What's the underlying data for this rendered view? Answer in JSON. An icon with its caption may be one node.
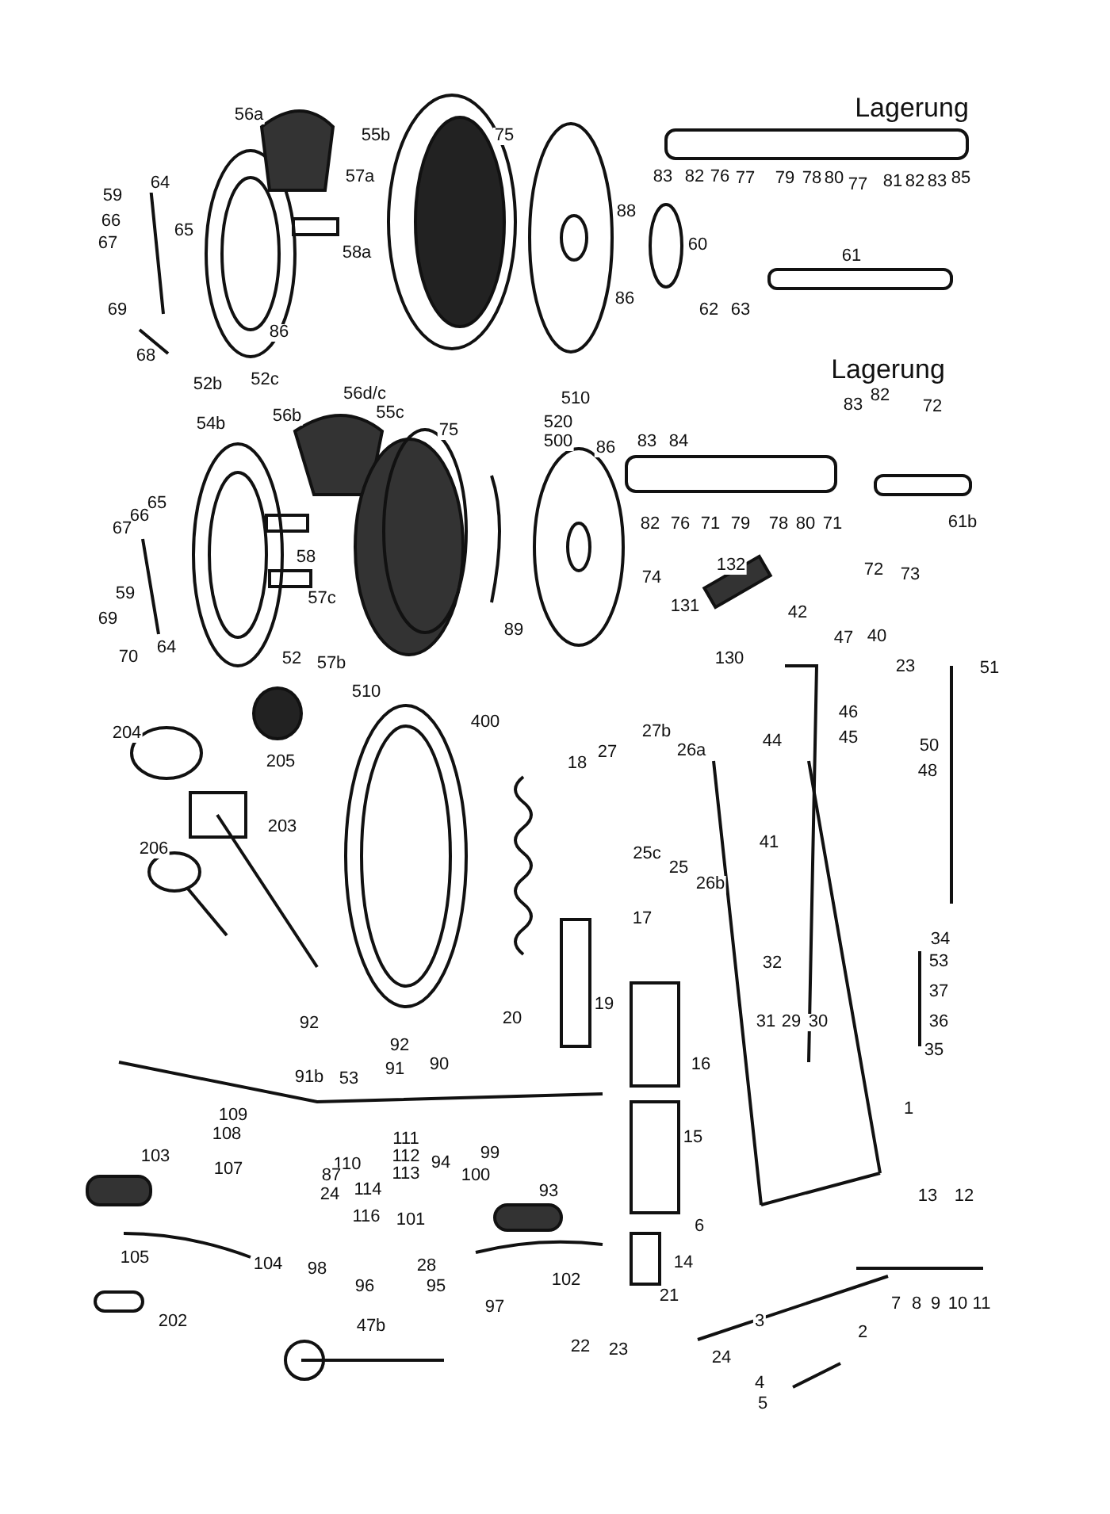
{
  "diagram": {
    "labels": [
      "Lagerung",
      "56a",
      "55b",
      "75",
      "83",
      "82",
      "76",
      "77",
      "79",
      "78",
      "80",
      "77",
      "81",
      "82",
      "83",
      "85",
      "57a",
      "64",
      "59",
      "88",
      "66",
      "65",
      "67",
      "60",
      "58a",
      "61",
      "86",
      "62",
      "63",
      "69",
      "86",
      "68",
      "Lagerung",
      "52b",
      "52c",
      "56d/c",
      "83",
      "82",
      "72",
      "510",
      "56b",
      "55c",
      "54b",
      "75",
      "520",
      "500",
      "83",
      "84",
      "86",
      "65",
      "66",
      "67",
      "82",
      "76",
      "71",
      "79",
      "78",
      "80",
      "71",
      "61b",
      "58",
      "132",
      "72",
      "73",
      "74",
      "59",
      "57c",
      "131",
      "42",
      "69",
      "89",
      "47",
      "40",
      "64",
      "70",
      "52",
      "130",
      "57b",
      "23",
      "51",
      "510",
      "46",
      "400",
      "27b",
      "204",
      "45",
      "44",
      "50",
      "26a",
      "27",
      "205",
      "18",
      "48",
      "203",
      "41",
      "206",
      "25c",
      "25",
      "26b",
      "17",
      "34",
      "53",
      "32",
      "37",
      "19",
      "20",
      "31",
      "29",
      "30",
      "36",
      "92",
      "92",
      "35",
      "16",
      "90",
      "91",
      "91b",
      "53",
      "1",
      "109",
      "108",
      "15",
      "111",
      "99",
      "112",
      "103",
      "94",
      "110",
      "107",
      "113",
      "87",
      "100",
      "93",
      "114",
      "24",
      "13",
      "12",
      "116",
      "101",
      "6",
      "105",
      "14",
      "104",
      "28",
      "98",
      "102",
      "95",
      "96",
      "21",
      "7",
      "8",
      "9",
      "10",
      "11",
      "97",
      "202",
      "3",
      "47b",
      "2",
      "22",
      "23",
      "24",
      "4",
      "5"
    ]
  }
}
